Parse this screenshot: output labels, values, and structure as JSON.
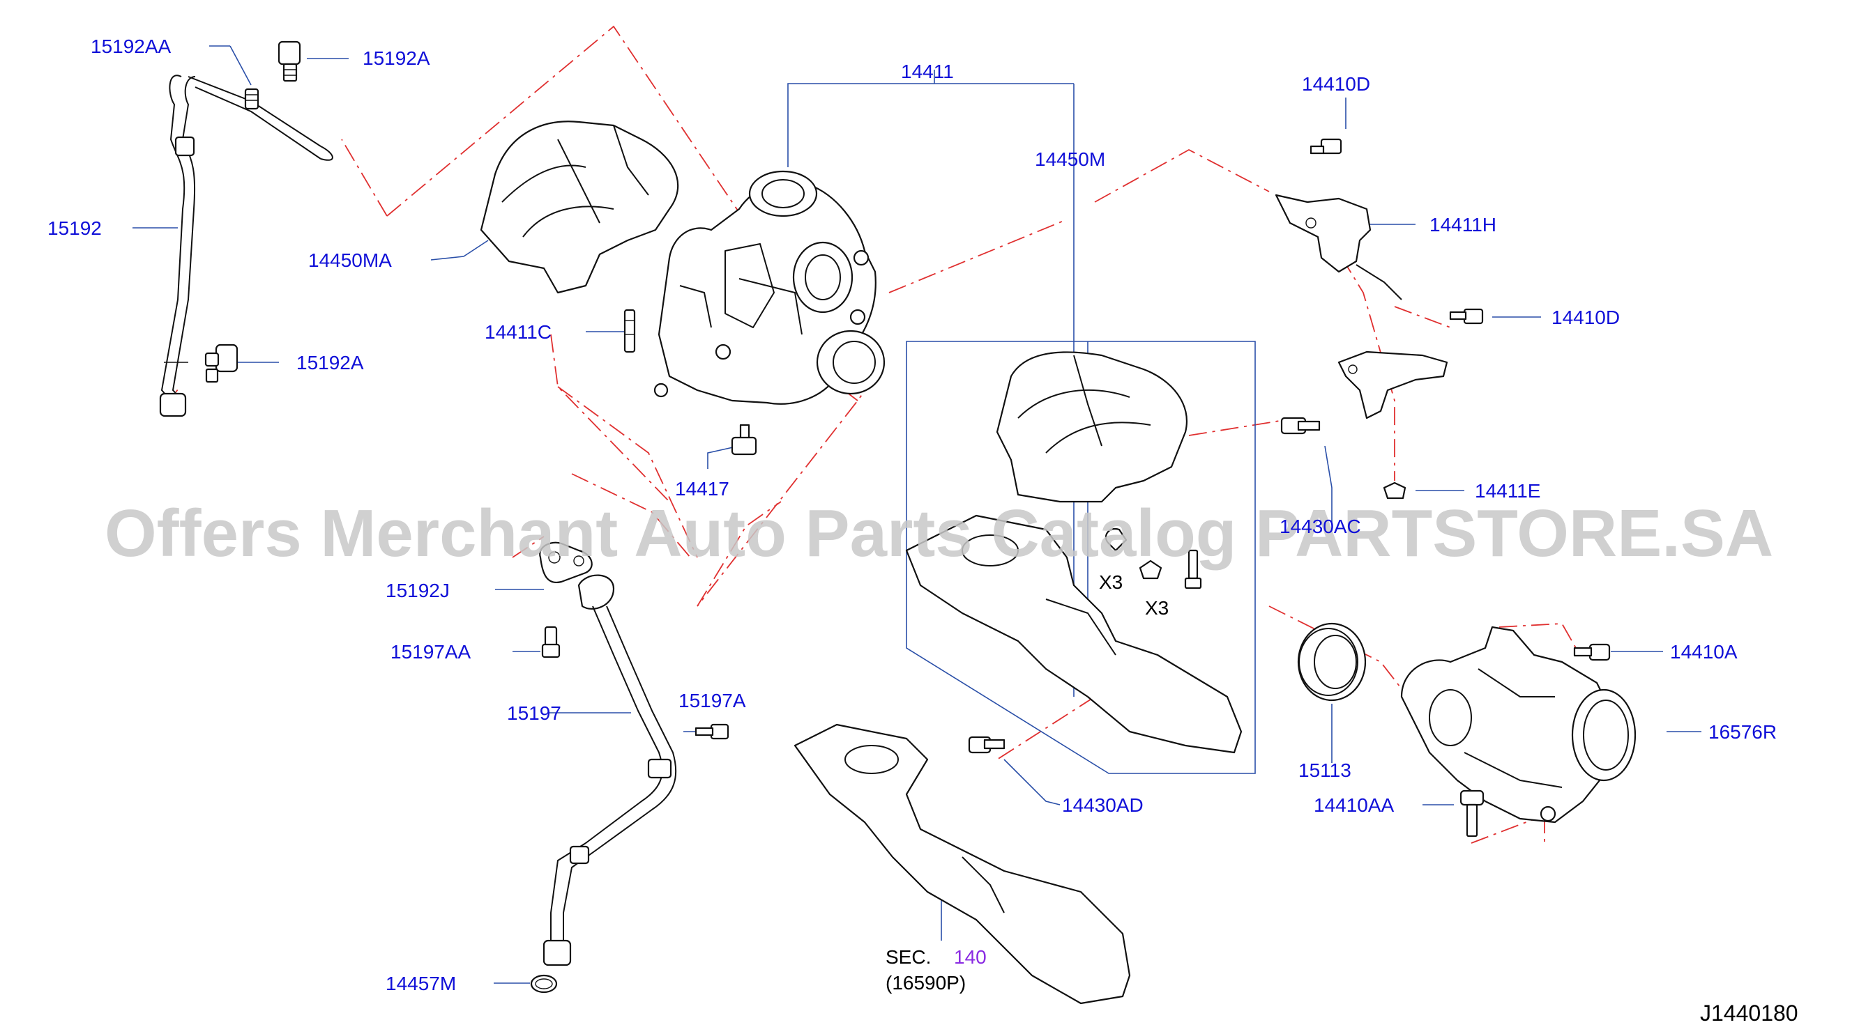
{
  "watermark": "Offers Merchant Auto Parts Catalog PARTSTORE.SA",
  "diagram_code": "J1440180",
  "x3_label": "X3",
  "sec_label": "SEC.",
  "sec_number": "140",
  "sec_sub": "(16590P)",
  "callouts": {
    "c15192AA_top": "15192AA",
    "c15192A_top": "15192A",
    "c15192": "15192",
    "c15192A_bottom": "15192A",
    "c14450MA": "14450MA",
    "c14411C": "14411C",
    "c14417": "14417",
    "c14411": "14411",
    "c14450M": "14450M",
    "c14410D_top": "14410D",
    "c14411H": "14411H",
    "c14410D_right": "14410D",
    "c14411E": "14411E",
    "c14430AC": "14430AC",
    "c15192J": "15192J",
    "c15197AA": "15197AA",
    "c15197": "15197",
    "c15197A": "15197A",
    "c14430AD": "14430AD",
    "c14410A": "14410A",
    "c16576R": "16576R",
    "c15113": "15113",
    "c14410AA": "14410AA",
    "c14457M": "14457M"
  },
  "colors": {
    "callout_text": "#1010d8",
    "leader_line": "#2a4fa8",
    "phantom_line": "#e03030",
    "watermark": "#c8c8c8",
    "sec_number": "#8a2be2"
  }
}
